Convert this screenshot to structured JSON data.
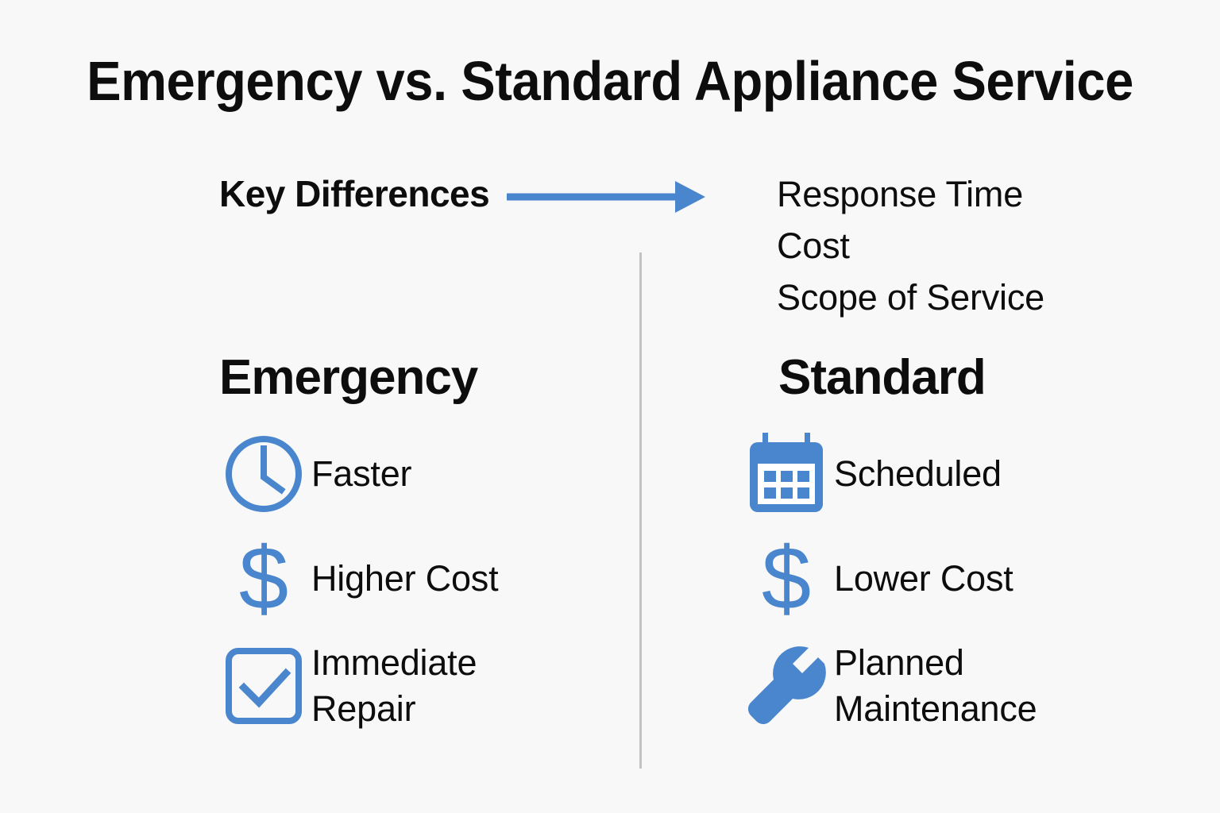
{
  "page": {
    "title": "Emergency vs. Standard Appliance Service",
    "background_color": "#f8f8f8",
    "accent_color": "#4a86cd",
    "text_color": "#0d0d0d",
    "divider_color": "#c2c3c5"
  },
  "key_differences": {
    "label": "Key Differences",
    "arrow_icon": "right-arrow-icon",
    "items": [
      "Response Time",
      "Cost",
      "Scope of Service"
    ]
  },
  "columns": [
    {
      "heading": "Emergency",
      "features": [
        {
          "icon": "clock-icon",
          "label": "Faster"
        },
        {
          "icon": "dollar-sign-icon",
          "label": "Higher Cost",
          "glyph": "$"
        },
        {
          "icon": "checkbox-check-icon",
          "label": "Immediate Repair"
        }
      ]
    },
    {
      "heading": "Standard",
      "features": [
        {
          "icon": "calendar-icon",
          "label": "Scheduled"
        },
        {
          "icon": "dollar-sign-icon",
          "label": "Lower Cost",
          "glyph": "$"
        },
        {
          "icon": "wrench-icon",
          "label": "Planned Maintenance"
        }
      ]
    }
  ]
}
